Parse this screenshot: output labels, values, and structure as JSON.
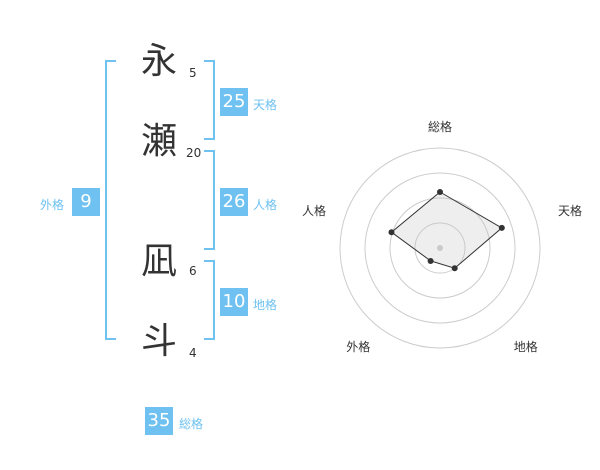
{
  "name_chars": [
    {
      "char": "永",
      "strokes": "5"
    },
    {
      "char": "瀬",
      "strokes": "20"
    },
    {
      "char": "凪",
      "strokes": "6"
    },
    {
      "char": "斗",
      "strokes": "4"
    }
  ],
  "kakusu": {
    "tenkaku": {
      "value": "25",
      "label": "天格"
    },
    "jinkaku": {
      "value": "26",
      "label": "人格"
    },
    "chikaku": {
      "value": "10",
      "label": "地格"
    },
    "gaikaku": {
      "value": "9",
      "label": "外格"
    },
    "soukaku": {
      "value": "35",
      "label": "総格"
    }
  },
  "colors": {
    "accent": "#6ec1f0",
    "text": "#333333",
    "ring": "#cccccc",
    "fill": "#eeeeee"
  },
  "chart_data": {
    "type": "radar",
    "axes": [
      "総格",
      "天格",
      "地格",
      "外格",
      "人格"
    ],
    "values": [
      0.56,
      0.65,
      0.25,
      0.16,
      0.51
    ],
    "range": [
      0,
      1
    ],
    "rings": 4
  }
}
